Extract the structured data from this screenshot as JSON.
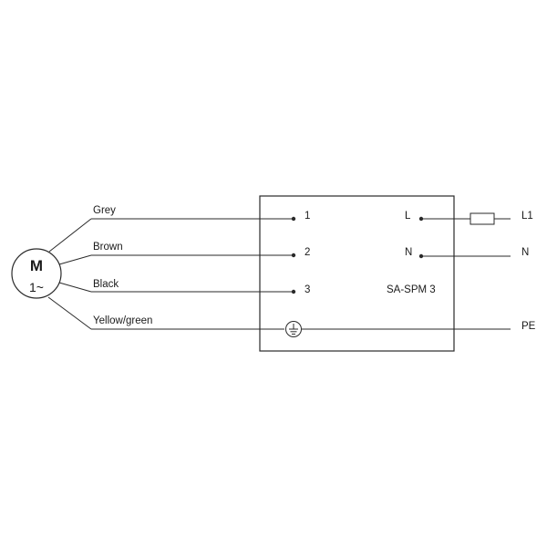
{
  "motor": {
    "symbol": "M",
    "phase": "1~"
  },
  "wires": {
    "grey": "Grey",
    "brown": "Brown",
    "black": "Black",
    "yellow_green": "Yellow/green"
  },
  "terminals": {
    "t1": "1",
    "t2": "2",
    "t3": "3",
    "L": "L",
    "N": "N"
  },
  "module": {
    "name": "SA-SPM 3"
  },
  "supply": {
    "L1": "L1",
    "N": "N",
    "PE": "PE"
  },
  "colors": {
    "line": "#2a2a2a",
    "text": "#1a1a1a",
    "background": "#ffffff"
  },
  "icons": {
    "ground": "earth-ground-icon",
    "fuse": "fuse-icon"
  }
}
